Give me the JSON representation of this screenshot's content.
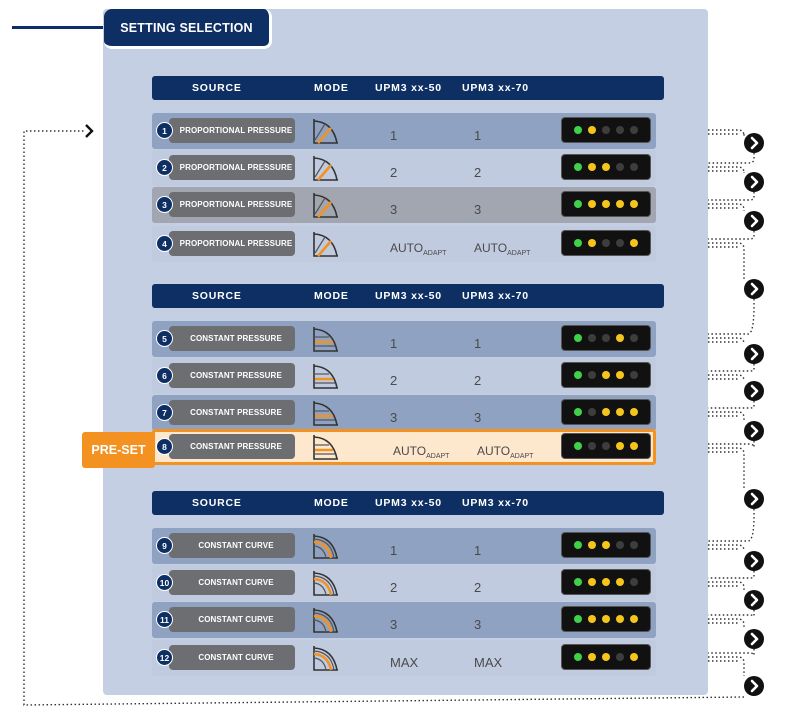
{
  "title": "SETTING SELECTION",
  "preset_label": "PRE-SET",
  "headers": [
    {
      "source": "SOURCE",
      "mode": "MODE",
      "col50": "UPM3 xx-50",
      "col70": "UPM3 xx-70"
    },
    {
      "source": "SOURCE",
      "mode": "MODE",
      "col50": "UPM3 xx-50",
      "col70": "UPM3 xx-70"
    },
    {
      "source": "SOURCE",
      "mode": "MODE",
      "col50": "UPM3 xx-50",
      "col70": "UPM3 xx-70"
    }
  ],
  "rows": [
    {
      "num": "1",
      "source": "PROPORTIONAL PRESSURE",
      "mode_icon": "proportional-pressure-icon",
      "v50": "1",
      "v70": "1",
      "leds": [
        "g",
        "y",
        "o",
        "o",
        "o"
      ]
    },
    {
      "num": "2",
      "source": "PROPORTIONAL PRESSURE",
      "mode_icon": "proportional-pressure-icon",
      "v50": "2",
      "v70": "2",
      "leds": [
        "g",
        "y",
        "y",
        "o",
        "o"
      ]
    },
    {
      "num": "3",
      "source": "PROPORTIONAL PRESSURE",
      "mode_icon": "proportional-pressure-icon",
      "v50": "3",
      "v70": "3",
      "leds": [
        "g",
        "y",
        "y",
        "y",
        "y"
      ]
    },
    {
      "num": "4",
      "source": "PROPORTIONAL PRESSURE",
      "mode_icon": "proportional-pressure-icon",
      "v50": "AUTO",
      "v50_sub": "ADAPT",
      "v70": "AUTO",
      "v70_sub": "ADAPT",
      "leds": [
        "g",
        "y",
        "o",
        "o",
        "y"
      ]
    },
    {
      "num": "5",
      "source": "CONSTANT PRESSURE",
      "mode_icon": "constant-pressure-icon",
      "v50": "1",
      "v70": "1",
      "leds": [
        "g",
        "o",
        "o",
        "y",
        "o"
      ]
    },
    {
      "num": "6",
      "source": "CONSTANT PRESSURE",
      "mode_icon": "constant-pressure-icon",
      "v50": "2",
      "v70": "2",
      "leds": [
        "g",
        "o",
        "y",
        "y",
        "o"
      ]
    },
    {
      "num": "7",
      "source": "CONSTANT PRESSURE",
      "mode_icon": "constant-pressure-icon",
      "v50": "3",
      "v70": "3",
      "leds": [
        "g",
        "o",
        "y",
        "y",
        "y"
      ]
    },
    {
      "num": "8",
      "source": "CONSTANT PRESSURE",
      "mode_icon": "constant-pressure-icon",
      "v50": "AUTO",
      "v50_sub": "ADAPT",
      "v70": "AUTO",
      "v70_sub": "ADAPT",
      "leds": [
        "g",
        "o",
        "o",
        "y",
        "y"
      ]
    },
    {
      "num": "9",
      "source": "CONSTANT CURVE",
      "mode_icon": "constant-curve-icon",
      "v50": "1",
      "v70": "1",
      "leds": [
        "g",
        "y",
        "y",
        "o",
        "o"
      ]
    },
    {
      "num": "10",
      "source": "CONSTANT CURVE",
      "mode_icon": "constant-curve-icon",
      "v50": "2",
      "v70": "2",
      "leds": [
        "g",
        "y",
        "y",
        "y",
        "o"
      ]
    },
    {
      "num": "11",
      "source": "CONSTANT CURVE",
      "mode_icon": "constant-curve-icon",
      "v50": "3",
      "v70": "3",
      "leds": [
        "g",
        "y",
        "y",
        "y",
        "y"
      ]
    },
    {
      "num": "12",
      "source": "CONSTANT CURVE",
      "mode_icon": "constant-curve-icon",
      "v50": "MAX",
      "v70": "MAX",
      "leds": [
        "g",
        "y",
        "y",
        "o",
        "y"
      ]
    }
  ],
  "colors": {
    "navy": "#0d2f63",
    "orange": "#f39221",
    "led_green": "#3fd14a",
    "led_yellow": "#f6c51b",
    "led_off": "#3d3d3d"
  }
}
